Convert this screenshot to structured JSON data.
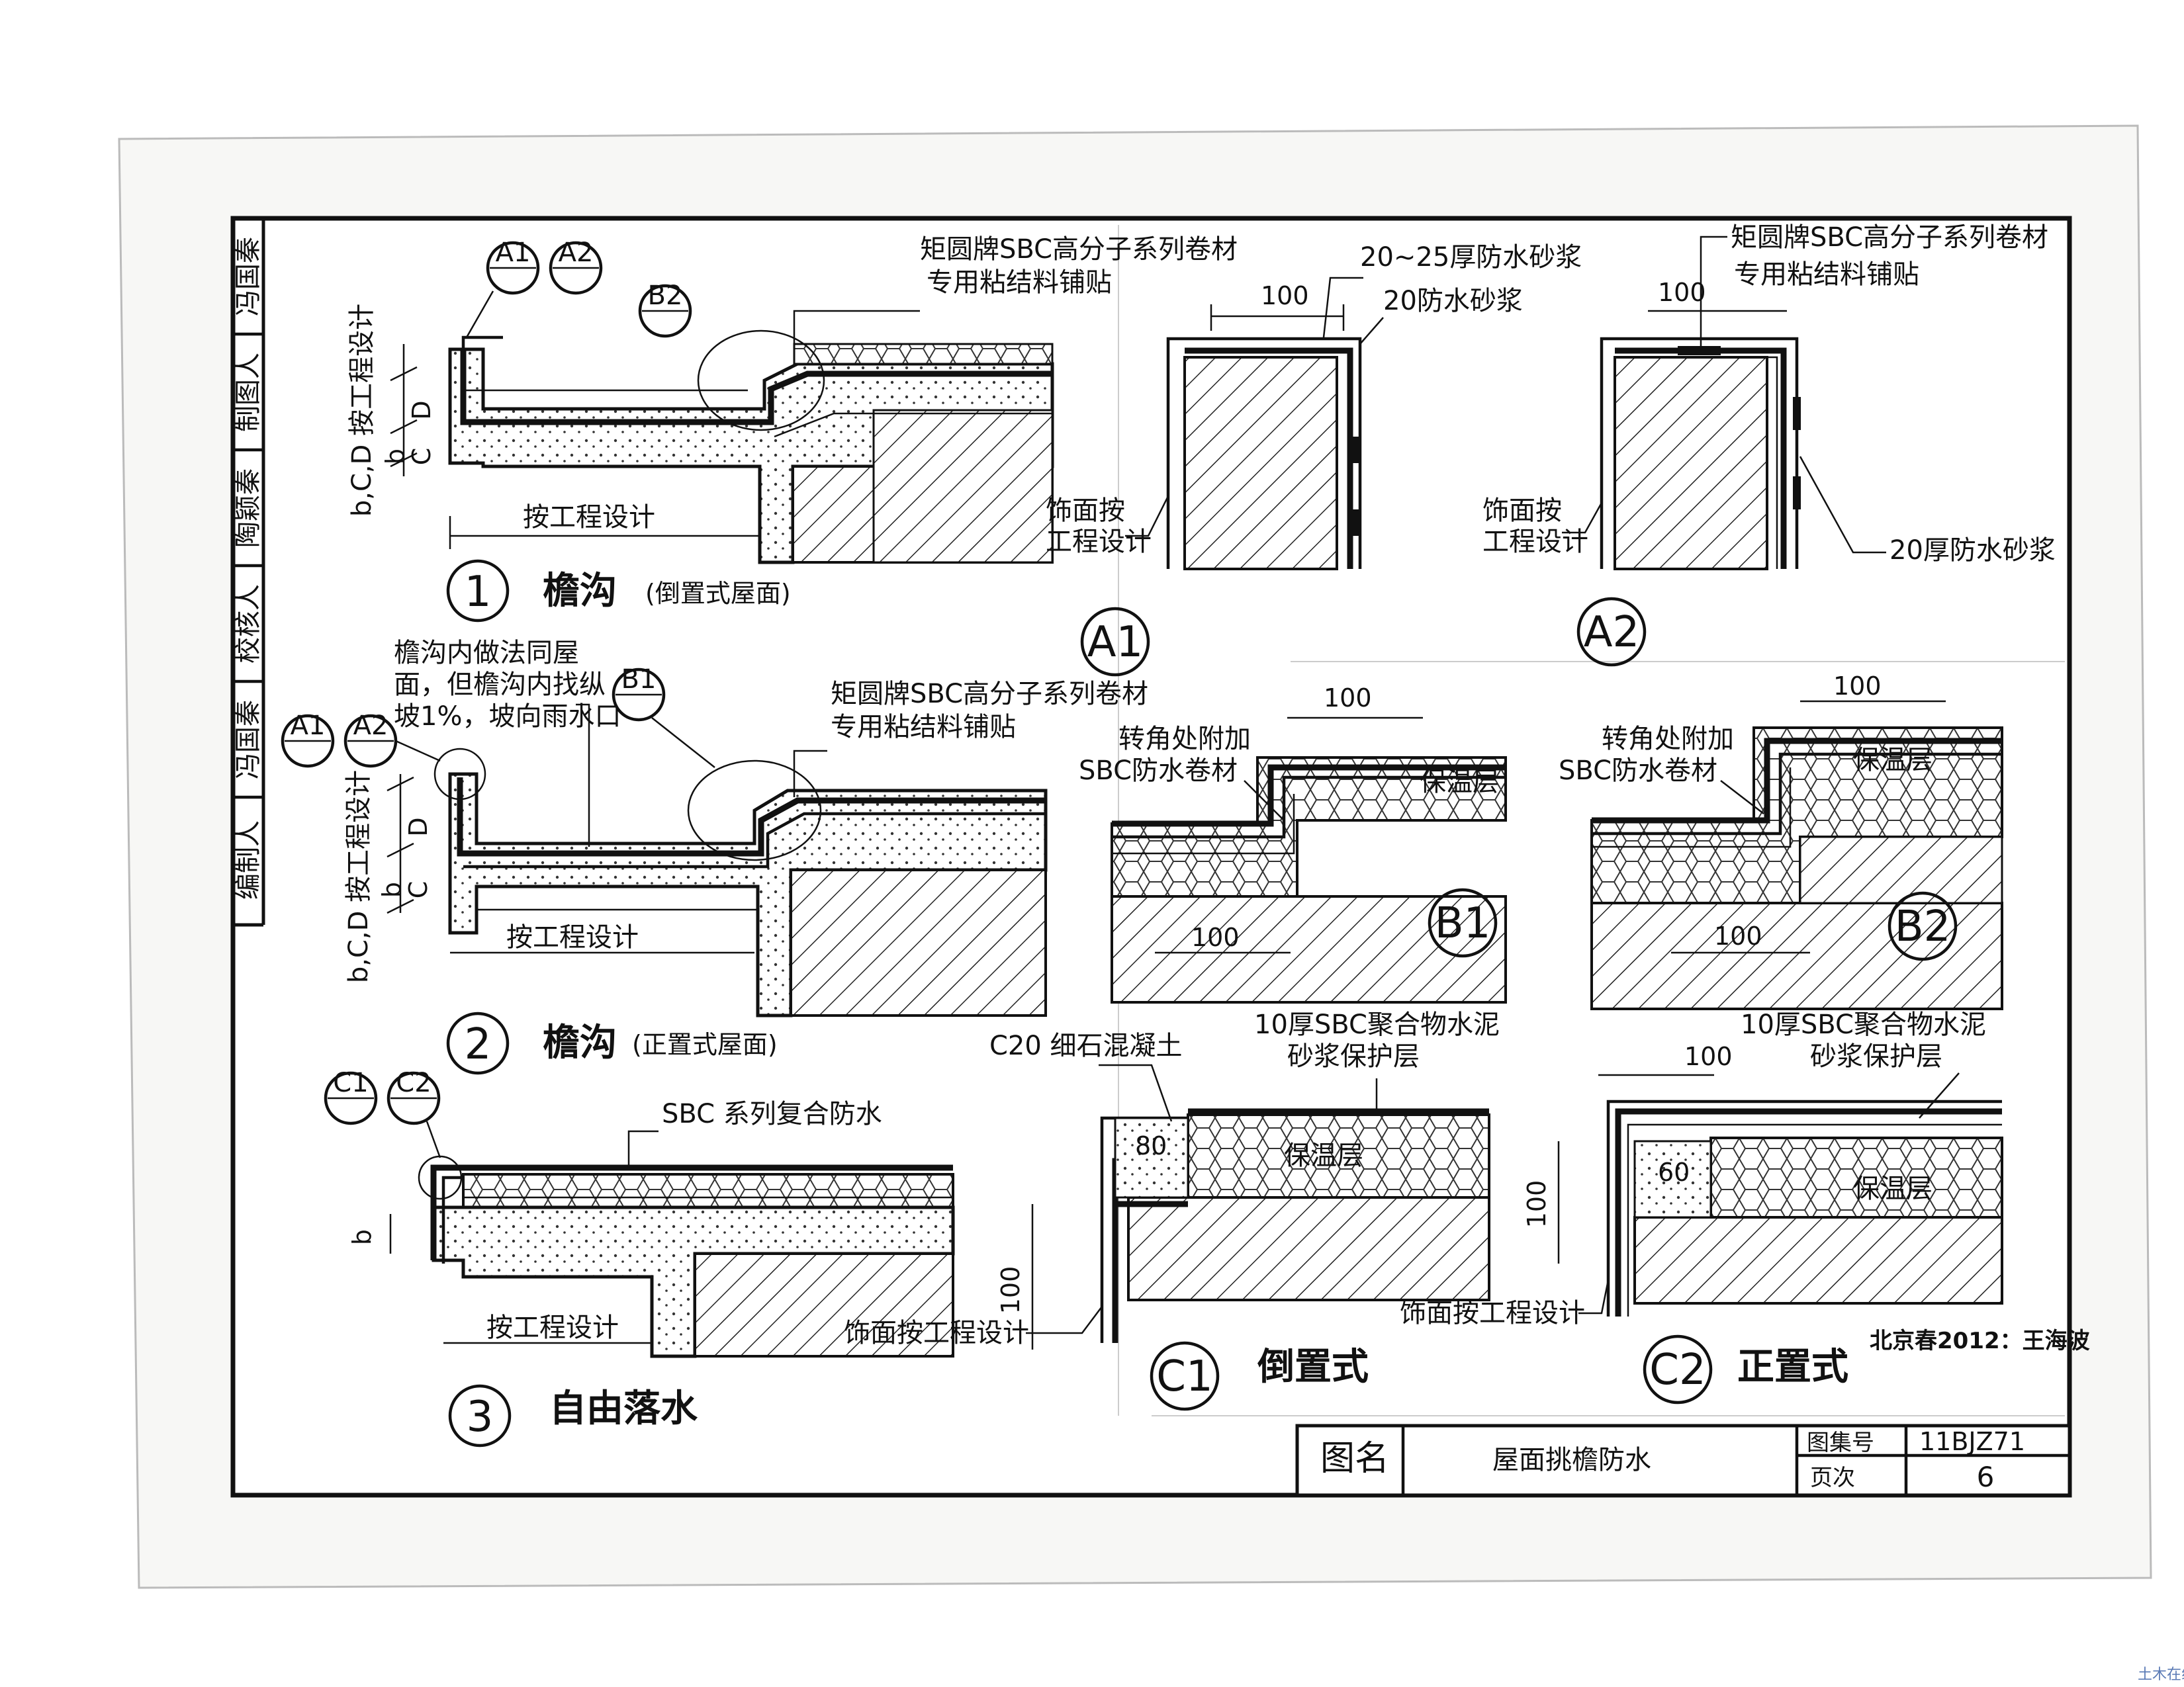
{
  "sidebar": {
    "roles": [
      "冯国秦",
      "制图人",
      "陶颖秦",
      "校核人",
      "冯国秦",
      "编制人"
    ]
  },
  "common": {
    "design": "按工程设计",
    "bcd_design": "b,C,D 按工程设计",
    "finish_design": "饰面按工程设计",
    "finish_line1": "饰面按",
    "finish_line2": "工程设计",
    "dim_100": "100",
    "dim_80": "80",
    "dim_60": "60",
    "dim_b": "b",
    "dim_c": "C",
    "dim_d": "D",
    "insulation": "保温层",
    "corner_line1": "转角处附加",
    "corner_line2": "SBC防水卷材",
    "membrane_line1": "矩圆牌SBC高分子系列卷材",
    "membrane_line2": "专用粘结料铺贴",
    "protect_line1": "10厚SBC聚合物水泥",
    "protect_line2": "砂浆保护层"
  },
  "refs": {
    "A1": "A1",
    "A2": "A2",
    "B1": "B1",
    "B2": "B2",
    "C1": "C1",
    "C2": "C2",
    "dash": "—"
  },
  "detail1": {
    "num": "1",
    "title": "檐沟",
    "sub": "(倒置式屋面)"
  },
  "detail2": {
    "num": "2",
    "title": "檐沟",
    "sub": "(正置式屋面)",
    "note_line1": "檐沟内做法同屋",
    "note_line2": "面，但檐沟内找纵",
    "note_line3": "坡1%，坡向雨水口"
  },
  "detail3": {
    "num": "3",
    "title": "自由落水",
    "composite": "SBC 系列复合防水"
  },
  "detailA1": {
    "mortar_a": "20~25厚防水砂浆",
    "mortar_b": "20防水砂浆"
  },
  "detailA2": {
    "mortar": "20厚防水砂浆"
  },
  "detailC1": {
    "concrete": "C20 细石混凝土",
    "type": "倒置式"
  },
  "detailC2": {
    "type": "正置式"
  },
  "credit": "北京春2012：王海波",
  "titleblock": {
    "label_name": "图名",
    "name": "屋面挑檐防水",
    "label_atlas": "图集号",
    "atlas": "11BJZ71",
    "label_page": "页次",
    "page": "6"
  },
  "watermark": "土木在线"
}
